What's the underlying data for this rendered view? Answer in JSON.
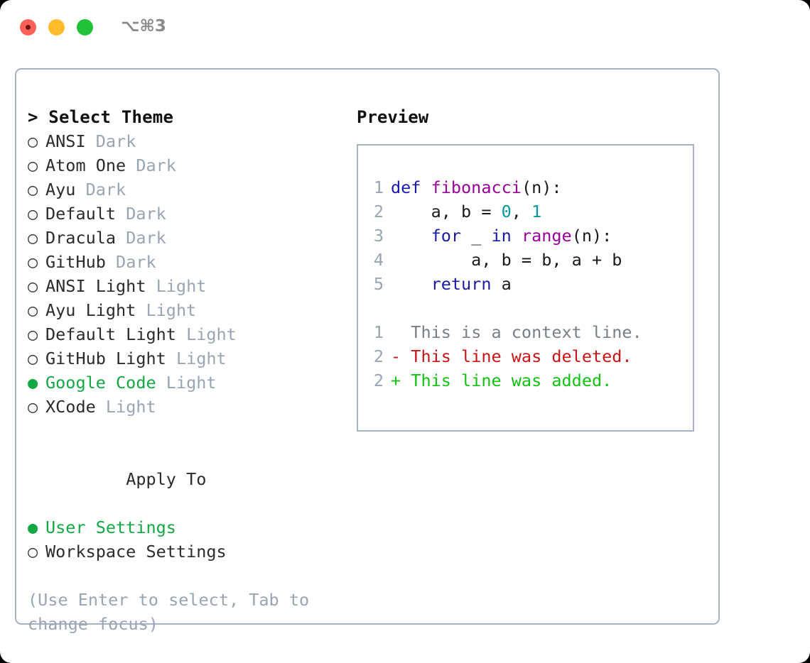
{
  "window": {
    "traffic_lights": [
      "close",
      "minimize",
      "maximize"
    ],
    "traffic_light_colors": {
      "close": "#ff6159",
      "minimize": "#ffbd2e",
      "maximize": "#21c23a"
    },
    "shortcut_label": "⌥⌘3"
  },
  "theme_panel": {
    "header": "> Select Theme",
    "selected_marker": "●",
    "unselected_marker": "○",
    "accent_color": "#13a843",
    "muted_color": "#9aa5b4",
    "items": [
      {
        "marker": "○",
        "name": "ANSI",
        "kind": "Dark",
        "selected": false
      },
      {
        "marker": "○",
        "name": "Atom One",
        "kind": "Dark",
        "selected": false
      },
      {
        "marker": "○",
        "name": "Ayu",
        "kind": "Dark",
        "selected": false
      },
      {
        "marker": "○",
        "name": "Default",
        "kind": "Dark",
        "selected": false
      },
      {
        "marker": "○",
        "name": "Dracula",
        "kind": "Dark",
        "selected": false
      },
      {
        "marker": "○",
        "name": "GitHub",
        "kind": "Dark",
        "selected": false
      },
      {
        "marker": "○",
        "name": "ANSI Light",
        "kind": "Light",
        "selected": false
      },
      {
        "marker": "○",
        "name": "Ayu Light",
        "kind": "Light",
        "selected": false
      },
      {
        "marker": "○",
        "name": "Default Light",
        "kind": "Light",
        "selected": false
      },
      {
        "marker": "○",
        "name": "GitHub Light",
        "kind": "Light",
        "selected": false
      },
      {
        "marker": "●",
        "name": "Google Code",
        "kind": "Light",
        "selected": true
      },
      {
        "marker": "○",
        "name": "XCode",
        "kind": "Light",
        "selected": false
      }
    ]
  },
  "apply_to": {
    "header": "Apply To",
    "items": [
      {
        "marker": "●",
        "label": "User Settings",
        "selected": true
      },
      {
        "marker": "○",
        "label": "Workspace Settings",
        "selected": false
      }
    ]
  },
  "hint": "(Use Enter to select, Tab to change focus)",
  "preview": {
    "header": "Preview",
    "code_lines": [
      {
        "number": "1",
        "tokens": [
          {
            "text": "def ",
            "type": "kw"
          },
          {
            "text": "fibonacci",
            "type": "fn"
          },
          {
            "text": "(n):",
            "type": "pl"
          }
        ]
      },
      {
        "number": "2",
        "tokens": [
          {
            "text": "    a, b = ",
            "type": "pl"
          },
          {
            "text": "0",
            "type": "num"
          },
          {
            "text": ", ",
            "type": "pl"
          },
          {
            "text": "1",
            "type": "num"
          }
        ]
      },
      {
        "number": "3",
        "tokens": [
          {
            "text": "    ",
            "type": "pl"
          },
          {
            "text": "for",
            "type": "kw"
          },
          {
            "text": " _ ",
            "type": "pl"
          },
          {
            "text": "in",
            "type": "kw"
          },
          {
            "text": " ",
            "type": "pl"
          },
          {
            "text": "range",
            "type": "fn"
          },
          {
            "text": "(n):",
            "type": "pl"
          }
        ]
      },
      {
        "number": "4",
        "tokens": [
          {
            "text": "        a, b = b, a + b",
            "type": "pl"
          }
        ]
      },
      {
        "number": "5",
        "tokens": [
          {
            "text": "    ",
            "type": "pl"
          },
          {
            "text": "return",
            "type": "kw"
          },
          {
            "text": " a",
            "type": "pl"
          }
        ]
      }
    ],
    "diff_lines": [
      {
        "number": "1",
        "sign": " ",
        "text": " This is a context line.",
        "type": "ctx"
      },
      {
        "number": "2",
        "sign": "-",
        "text": " This line was deleted.",
        "type": "del"
      },
      {
        "number": "2",
        "sign": "+",
        "text": " This line was added.",
        "type": "add"
      }
    ],
    "diff_colors": {
      "context": "#777f88",
      "deleted": "#c81414",
      "added": "#12c212"
    },
    "syntax_colors": {
      "keyword": "#1a1aa6",
      "function": "#990099",
      "number": "#009999",
      "plain": "#1a1a1a",
      "line_number": "#9aa5b4"
    }
  }
}
